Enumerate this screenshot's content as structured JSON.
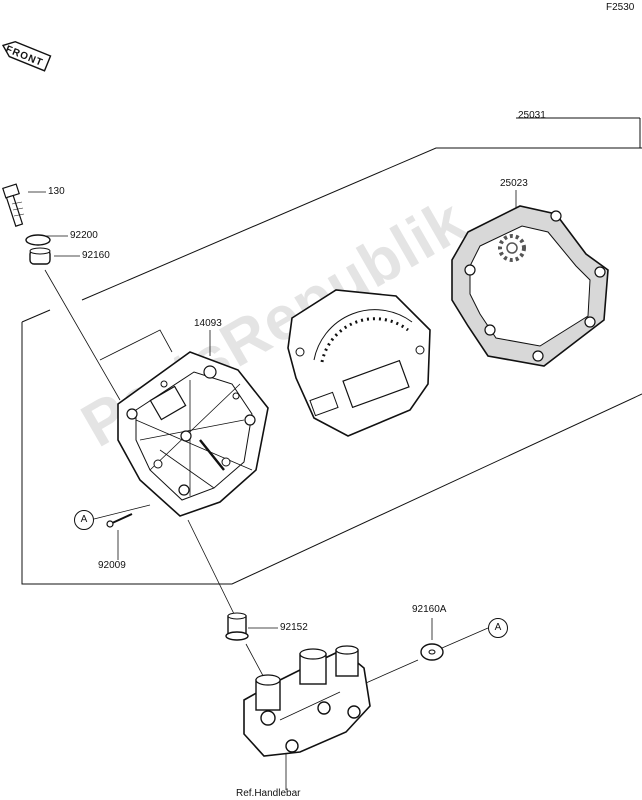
{
  "diagram": {
    "code": "F2530",
    "front_label": "FRONT",
    "watermark": "PartsRepublik",
    "parts": {
      "p130": "130",
      "p92200": "92200",
      "p92160": "92160",
      "p25031": "25031",
      "p25023": "25023",
      "p14093": "14093",
      "p92009": "92009",
      "p92152": "92152",
      "p92160a": "92160A",
      "ref_handlebar": "Ref.Handlebar"
    },
    "callouts": {
      "a_left": "A",
      "a_right": "A"
    }
  },
  "colors": {
    "line": "#111111",
    "fill": "#d8d8d8",
    "dark": "#555555"
  }
}
